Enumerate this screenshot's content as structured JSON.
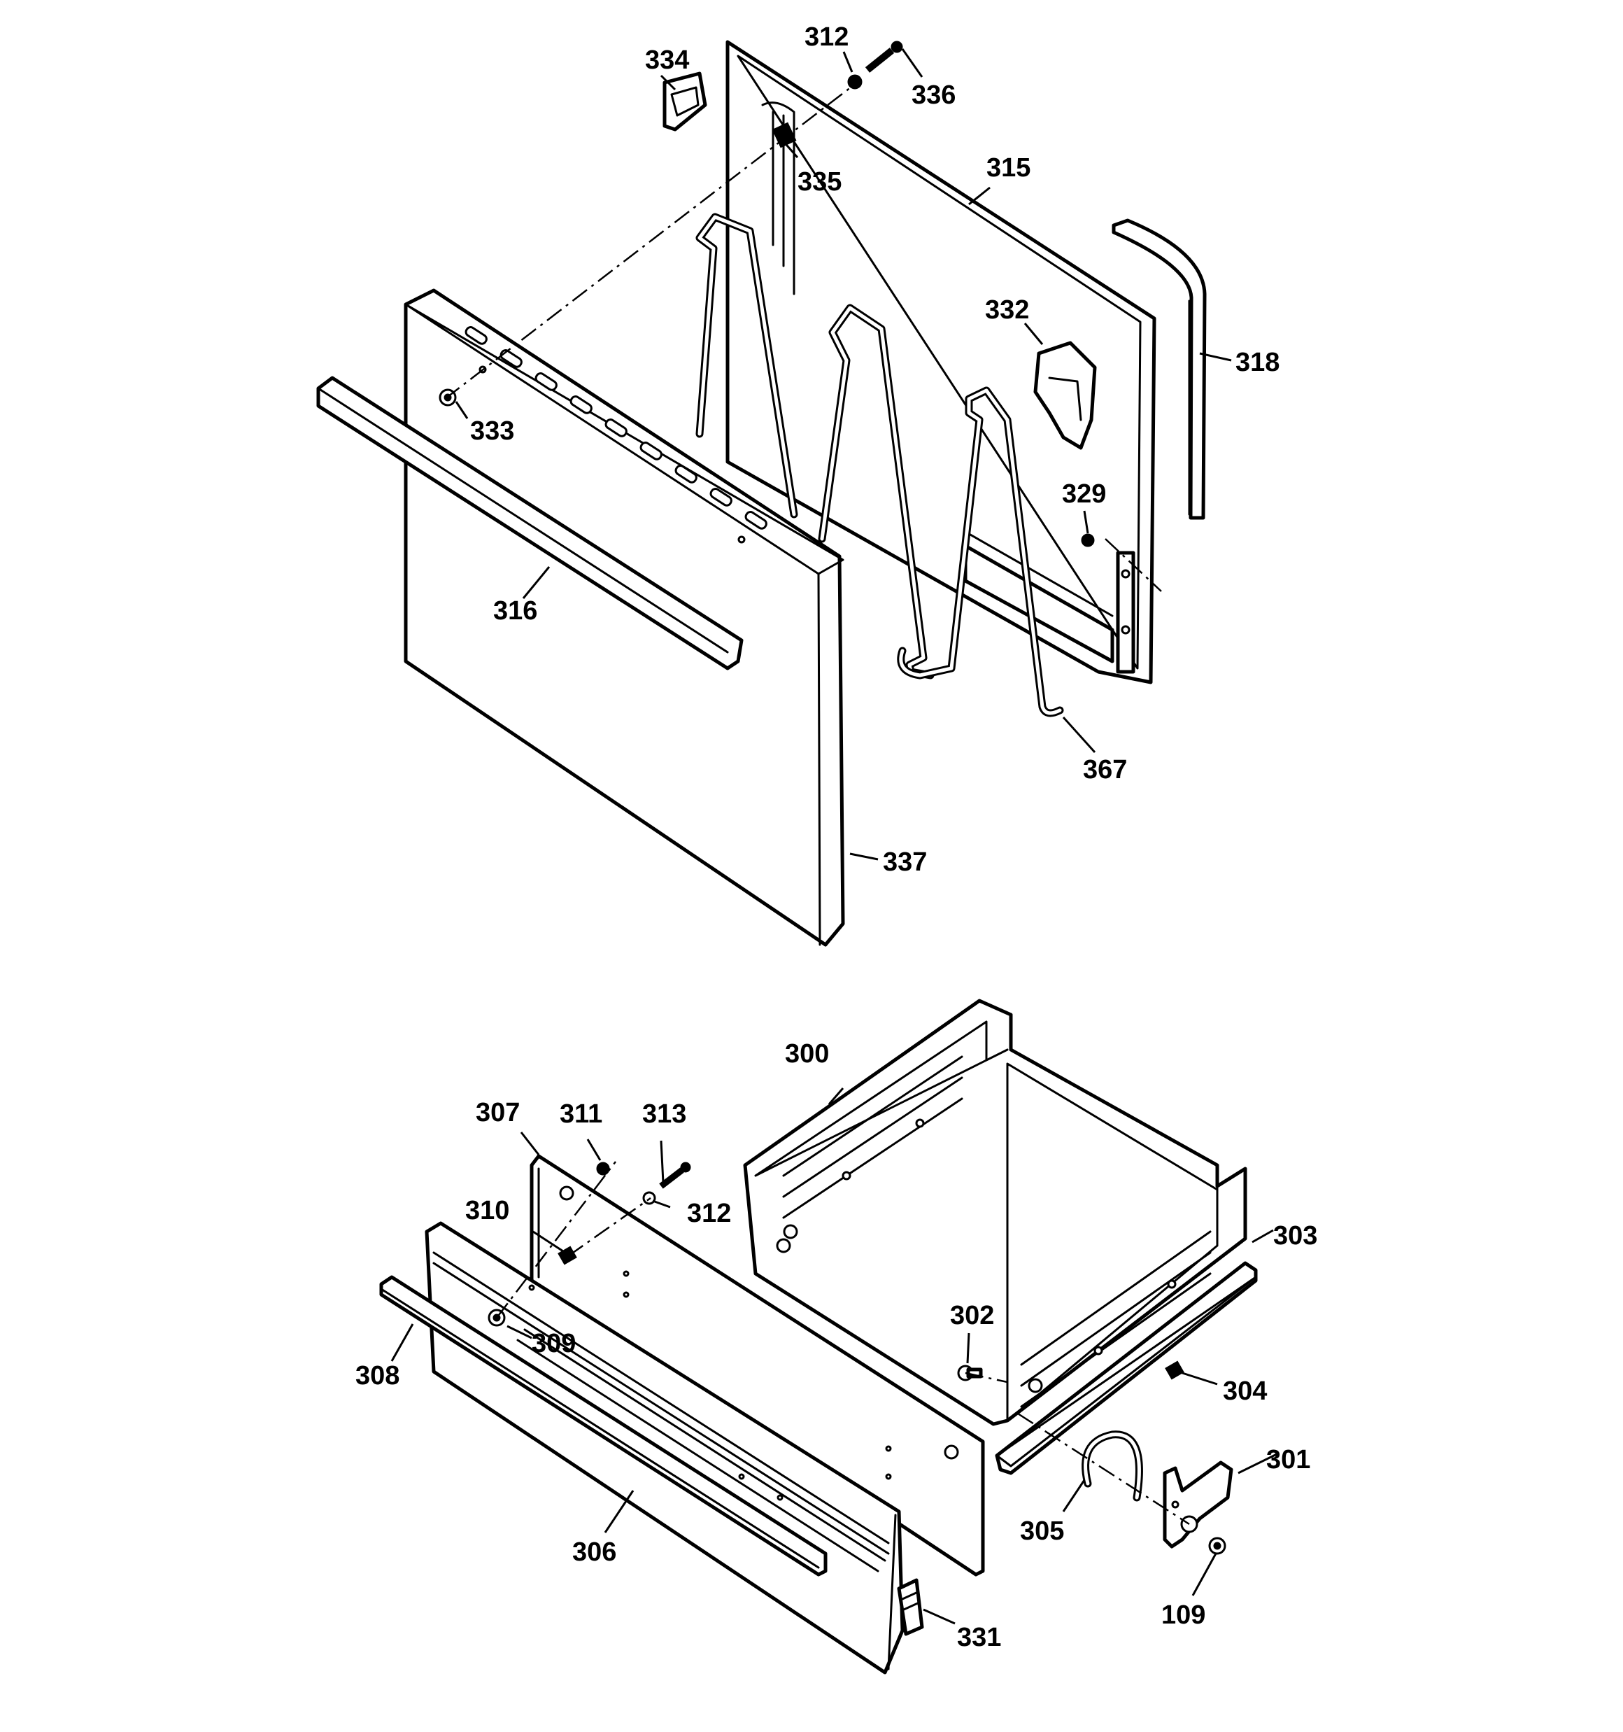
{
  "callouts": {
    "c334": "334",
    "c312a": "312",
    "c336": "336",
    "c335": "335",
    "c315": "315",
    "c318": "318",
    "c332": "332",
    "c333": "333",
    "c329": "329",
    "c316": "316",
    "c367": "367",
    "c337": "337",
    "c300": "300",
    "c307": "307",
    "c311": "311",
    "c313": "313",
    "c312b": "312",
    "c310": "310",
    "c303": "303",
    "c302": "302",
    "c309": "309",
    "c308": "308",
    "c304": "304",
    "c301": "301",
    "c305": "305",
    "c306": "306",
    "c109": "109",
    "c331": "331"
  }
}
